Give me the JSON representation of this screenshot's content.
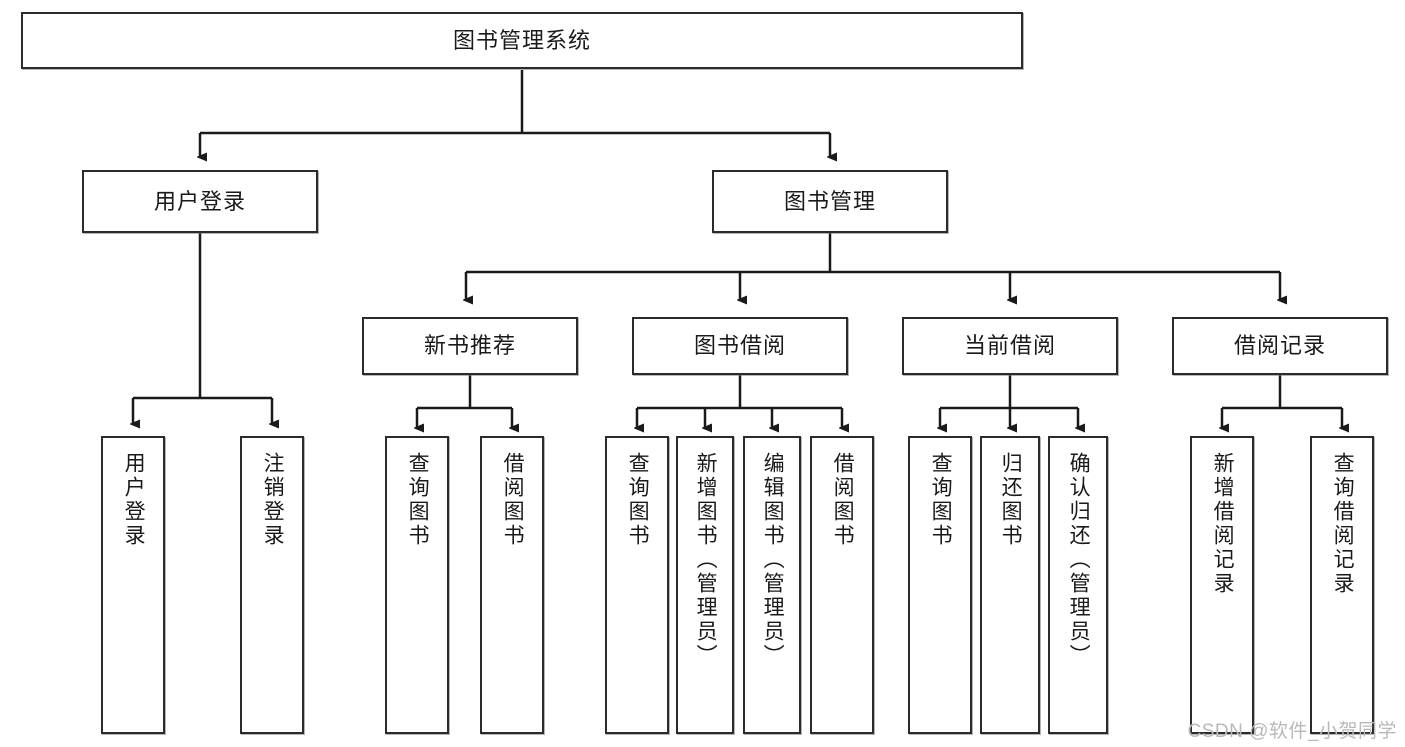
{
  "diagram": {
    "type": "tree",
    "title": "图书管理系统",
    "watermark": "CSDN @软件_小贺同学",
    "colors": {
      "box_border": "#2b2b2b",
      "box_fill": "#ffffff",
      "connector": "#1a1a1a",
      "text": "#1a1a1a",
      "watermark": "#b9b9b9"
    },
    "root": {
      "label": "图书管理系统"
    },
    "level1": [
      {
        "label": "用户登录"
      },
      {
        "label": "图书管理"
      }
    ],
    "level2": [
      {
        "label": "新书推荐"
      },
      {
        "label": "图书借阅"
      },
      {
        "label": "当前借阅"
      },
      {
        "label": "借阅记录"
      }
    ],
    "leaves": [
      {
        "label": "用户登录",
        "parent": "用户登录"
      },
      {
        "label": "注销登录",
        "parent": "用户登录"
      },
      {
        "label": "查询图书",
        "parent": "新书推荐"
      },
      {
        "label": "借阅图书",
        "parent": "新书推荐"
      },
      {
        "label": "查询图书",
        "parent": "图书借阅"
      },
      {
        "label": "新增图书（管理员）",
        "parent": "图书借阅"
      },
      {
        "label": "编辑图书（管理员）",
        "parent": "图书借阅"
      },
      {
        "label": "借阅图书",
        "parent": "图书借阅"
      },
      {
        "label": "查询图书",
        "parent": "当前借阅"
      },
      {
        "label": "归还图书",
        "parent": "当前借阅"
      },
      {
        "label": "确认归还（管理员）",
        "parent": "当前借阅"
      },
      {
        "label": "新增借阅记录",
        "parent": "借阅记录"
      },
      {
        "label": "查询借阅记录",
        "parent": "借阅记录"
      }
    ]
  }
}
